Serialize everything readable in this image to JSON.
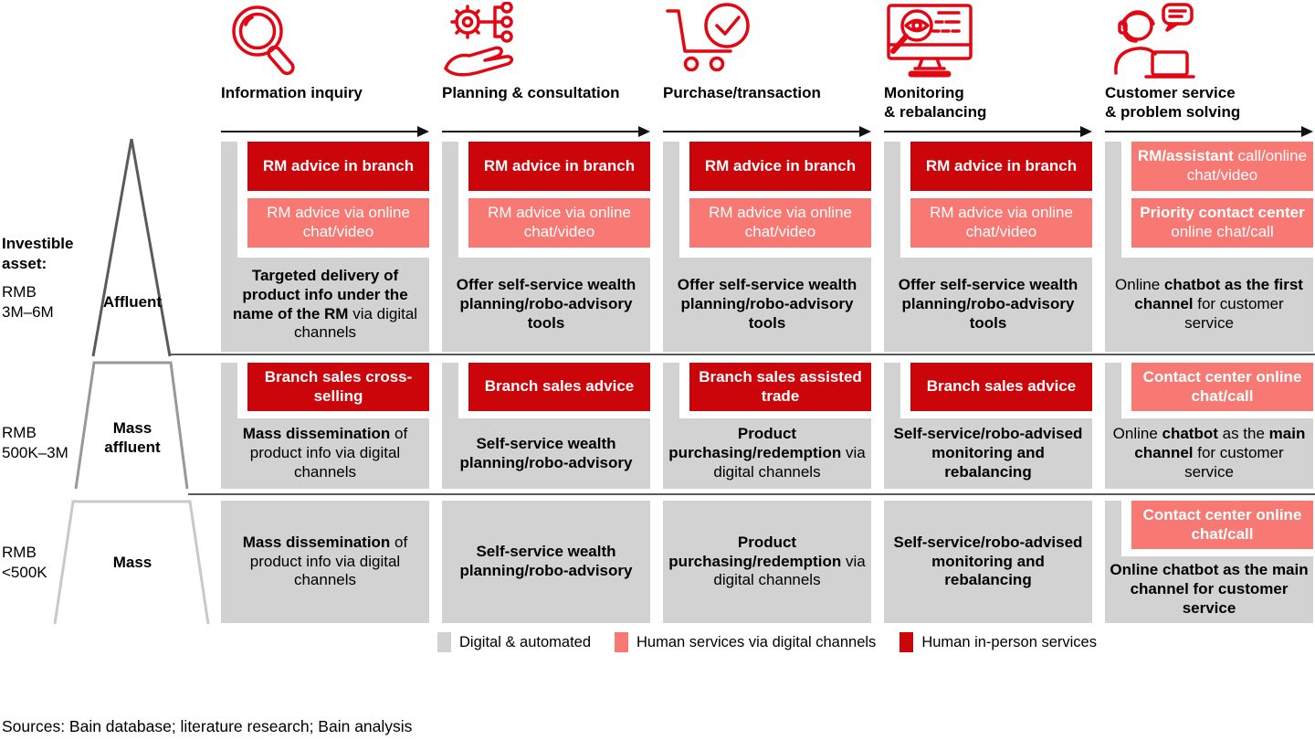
{
  "colors": {
    "dark_red": "#cb0509",
    "salmon": "#f87873",
    "gray": "#d2d2d2",
    "icon_red": "#e30613",
    "pyramid_line_dark": "#595a5c",
    "pyramid_line_mid": "#97989b",
    "pyramid_line_light": "#c8c9cb"
  },
  "left_panel": {
    "title": "Investible\nasset:",
    "tiers": [
      {
        "range": "RMB\n3M–6M",
        "label": "Affluent"
      },
      {
        "range": "RMB\n500K–3M",
        "label": "Mass\naffluent"
      },
      {
        "range": "RMB\n<500K",
        "label": "Mass"
      }
    ]
  },
  "columns": [
    {
      "label": "Information inquiry",
      "icon": "magnifier-icon"
    },
    {
      "label": "Planning & consultation",
      "icon": "gear-hand-icon"
    },
    {
      "label": "Purchase/transaction",
      "icon": "cart-check-icon"
    },
    {
      "label": "Monitoring\n& rebalancing",
      "icon": "monitor-eye-icon"
    },
    {
      "label": "Customer service\n& problem solving",
      "icon": "support-agent-icon"
    }
  ],
  "matrix": {
    "rows": [
      {
        "segment": "Affluent",
        "cells": [
          {
            "boxes": [
              {
                "type": "dark_red",
                "segments": [
                  {
                    "text": "RM advice in branch",
                    "bold": true
                  }
                ]
              },
              {
                "type": "salmon",
                "segments": [
                  {
                    "text": "RM advice via online chat/video",
                    "bold": false
                  }
                ]
              },
              {
                "type": "gray",
                "segments": [
                  {
                    "text": "Targeted delivery of product info under the name of the RM",
                    "bold": true
                  },
                  {
                    "text": " via digital channels",
                    "bold": false
                  }
                ]
              }
            ]
          },
          {
            "boxes": [
              {
                "type": "dark_red",
                "segments": [
                  {
                    "text": "RM advice in branch",
                    "bold": true
                  }
                ]
              },
              {
                "type": "salmon",
                "segments": [
                  {
                    "text": "RM advice via online chat/video",
                    "bold": false
                  }
                ]
              },
              {
                "type": "gray",
                "segments": [
                  {
                    "text": "Offer self-service wealth planning/robo-advisory tools",
                    "bold": true
                  }
                ]
              }
            ]
          },
          {
            "boxes": [
              {
                "type": "dark_red",
                "segments": [
                  {
                    "text": "RM advice in branch",
                    "bold": true
                  }
                ]
              },
              {
                "type": "salmon",
                "segments": [
                  {
                    "text": "RM advice via online chat/video",
                    "bold": false
                  }
                ]
              },
              {
                "type": "gray",
                "segments": [
                  {
                    "text": "Offer self-service wealth planning/robo-advisory tools",
                    "bold": true
                  }
                ]
              }
            ]
          },
          {
            "boxes": [
              {
                "type": "dark_red",
                "segments": [
                  {
                    "text": "RM advice in branch",
                    "bold": true
                  }
                ]
              },
              {
                "type": "salmon",
                "segments": [
                  {
                    "text": "RM advice via online chat/video",
                    "bold": false
                  }
                ]
              },
              {
                "type": "gray",
                "segments": [
                  {
                    "text": "Offer self-service wealth planning/robo-advisory tools",
                    "bold": true
                  }
                ]
              }
            ]
          },
          {
            "boxes": [
              {
                "type": "salmon",
                "segments": [
                  {
                    "text": "RM/assistant",
                    "bold": true
                  },
                  {
                    "text": " call/online chat/video",
                    "bold": false
                  }
                ]
              },
              {
                "type": "salmon",
                "segments": [
                  {
                    "text": "Priority contact center",
                    "bold": true
                  },
                  {
                    "text": " online chat/call",
                    "bold": false
                  }
                ]
              },
              {
                "type": "gray",
                "segments": [
                  {
                    "text": "Online ",
                    "bold": false
                  },
                  {
                    "text": "chatbot as the first channel",
                    "bold": true
                  },
                  {
                    "text": " for customer service",
                    "bold": false
                  }
                ]
              }
            ]
          }
        ]
      },
      {
        "segment": "Mass affluent",
        "cells": [
          {
            "boxes": [
              {
                "type": "dark_red",
                "segments": [
                  {
                    "text": "Branch sales cross-selling",
                    "bold": true
                  }
                ]
              },
              {
                "type": "gray",
                "segments": [
                  {
                    "text": "Mass dissemination",
                    "bold": true
                  },
                  {
                    "text": " of product info via digital channels",
                    "bold": false
                  }
                ]
              }
            ]
          },
          {
            "boxes": [
              {
                "type": "dark_red",
                "segments": [
                  {
                    "text": "Branch sales advice",
                    "bold": true
                  }
                ]
              },
              {
                "type": "gray",
                "segments": [
                  {
                    "text": "Self-service wealth planning/robo-advisory",
                    "bold": true
                  }
                ]
              }
            ]
          },
          {
            "boxes": [
              {
                "type": "dark_red",
                "segments": [
                  {
                    "text": "Branch sales assisted trade",
                    "bold": true
                  }
                ]
              },
              {
                "type": "gray",
                "segments": [
                  {
                    "text": "Product purchasing/redemption",
                    "bold": true
                  },
                  {
                    "text": " via digital channels",
                    "bold": false
                  }
                ]
              }
            ]
          },
          {
            "boxes": [
              {
                "type": "dark_red",
                "segments": [
                  {
                    "text": "Branch sales advice",
                    "bold": true
                  }
                ]
              },
              {
                "type": "gray",
                "segments": [
                  {
                    "text": "Self-service/robo-advised monitoring and rebalancing",
                    "bold": true
                  }
                ]
              }
            ]
          },
          {
            "boxes": [
              {
                "type": "salmon",
                "segments": [
                  {
                    "text": "Contact center online chat/call",
                    "bold": true
                  }
                ]
              },
              {
                "type": "gray",
                "segments": [
                  {
                    "text": "Online ",
                    "bold": false
                  },
                  {
                    "text": "chatbot",
                    "bold": true
                  },
                  {
                    "text": " as the ",
                    "bold": false
                  },
                  {
                    "text": "main channel",
                    "bold": true
                  },
                  {
                    "text": " for customer service",
                    "bold": false
                  }
                ]
              }
            ]
          }
        ]
      },
      {
        "segment": "Mass",
        "cells": [
          {
            "boxes": [
              {
                "type": "gray",
                "segments": [
                  {
                    "text": "Mass dissemination",
                    "bold": true
                  },
                  {
                    "text": " of product info via digital channels",
                    "bold": false
                  }
                ]
              }
            ]
          },
          {
            "boxes": [
              {
                "type": "gray",
                "segments": [
                  {
                    "text": "Self-service wealth planning/robo-advisory",
                    "bold": true
                  }
                ]
              }
            ]
          },
          {
            "boxes": [
              {
                "type": "gray",
                "segments": [
                  {
                    "text": "Product purchasing/redemption",
                    "bold": true
                  },
                  {
                    "text": " via digital channels",
                    "bold": false
                  }
                ]
              }
            ]
          },
          {
            "boxes": [
              {
                "type": "gray",
                "segments": [
                  {
                    "text": "Self-service/robo-advised monitoring and rebalancing",
                    "bold": true
                  }
                ]
              }
            ]
          },
          {
            "boxes": [
              {
                "type": "salmon",
                "segments": [
                  {
                    "text": "Contact center online chat/call",
                    "bold": true
                  }
                ]
              },
              {
                "type": "gray",
                "segments": [
                  {
                    "text": "Online chatbot as the main channel for customer service",
                    "bold": true
                  }
                ]
              }
            ]
          }
        ]
      }
    ]
  },
  "legend": [
    {
      "label": "Digital & automated",
      "color_key": "gray"
    },
    {
      "label": "Human services via digital channels",
      "color_key": "salmon"
    },
    {
      "label": "Human in-person services",
      "color_key": "dark_red"
    }
  ],
  "source_note": "Sources: Bain database; literature research; Bain analysis"
}
